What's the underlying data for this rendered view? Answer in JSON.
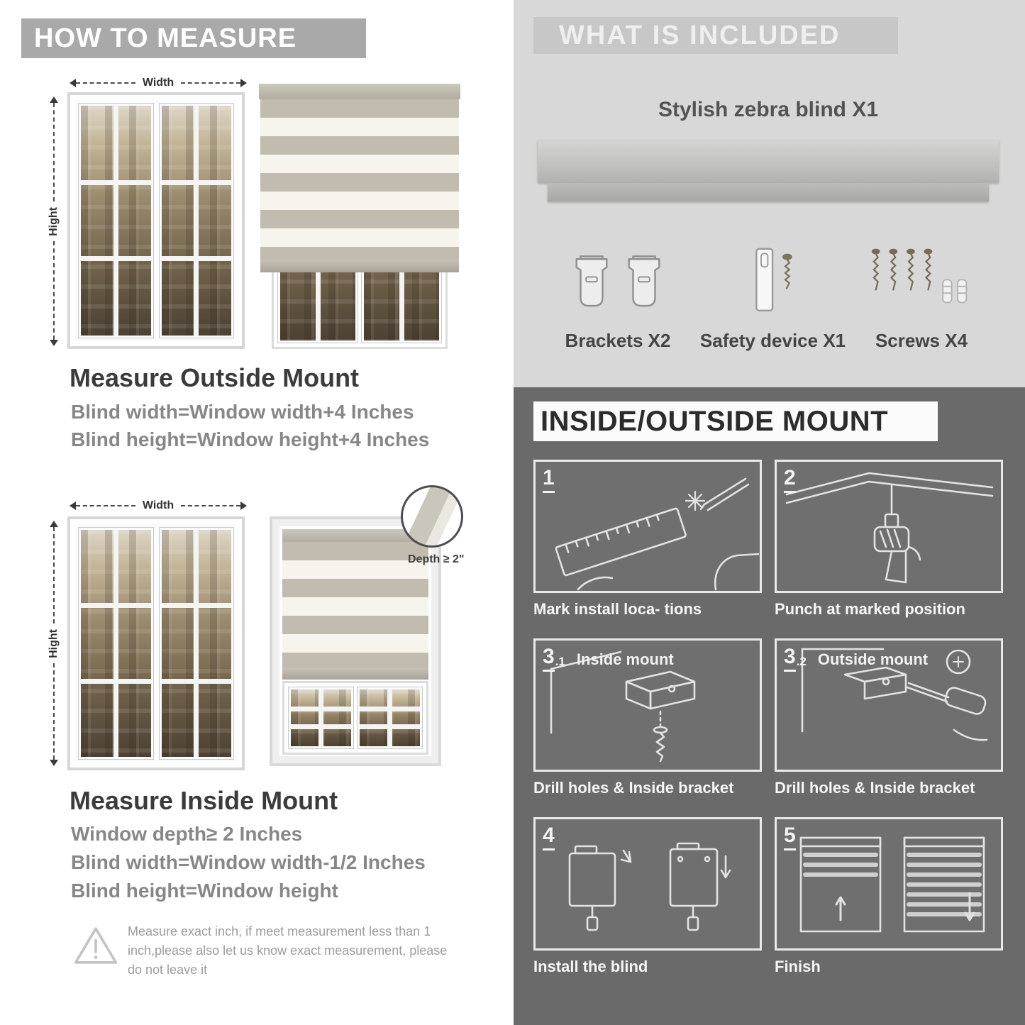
{
  "left": {
    "header": "HOW TO MEASURE",
    "figure_outside": {
      "width_label": "Width",
      "height_label": "Hight"
    },
    "outside_title": "Measure Outside Mount",
    "outside_lines": [
      "Blind width=Window width+4 Inches",
      "Blind height=Window height+4 Inches"
    ],
    "figure_inside": {
      "width_label": "Width",
      "height_label": "Hight",
      "depth_label": "Depth ≥ 2\""
    },
    "inside_title": "Measure Inside Mount",
    "inside_lines": [
      "Window depth≥ 2 Inches",
      "Blind width=Window width-1/2 Inches",
      "Blind height=Window height"
    ],
    "warning_text": "Measure exact inch, if meet measurement less than 1 inch,please also let us know exact measurement, please do not leave it"
  },
  "right": {
    "included_header": "WHAT IS INCLUDED",
    "blind_label": "Stylish zebra blind X1",
    "items": [
      {
        "label": "Brackets X2"
      },
      {
        "label": "Safety device X1"
      },
      {
        "label": "Screws X4"
      }
    ],
    "mount_header": "INSIDE/OUTSIDE MOUNT",
    "steps": [
      {
        "num": "1",
        "title": "",
        "caption": "Mark install loca- tions"
      },
      {
        "num": "2",
        "title": "",
        "caption": "Punch at  marked position"
      },
      {
        "num": "3",
        "sub": ".1",
        "title": "Inside mount",
        "caption": "Drill holes &  Inside bracket"
      },
      {
        "num": "3",
        "sub": ".2",
        "title": "Outside mount",
        "caption": "Drill holes &  Inside bracket"
      },
      {
        "num": "4",
        "title": "",
        "caption": "Install the blind"
      },
      {
        "num": "5",
        "title": "",
        "caption": "Finish"
      }
    ]
  },
  "colors": {
    "left_header_bg": "#a9a9a9",
    "included_bg": "#d8d8d8",
    "included_banner_bg": "#c7c7c7",
    "dark_section_bg": "#6a6a6a",
    "heading_text": "#3b3b3b",
    "body_text": "#878787"
  }
}
